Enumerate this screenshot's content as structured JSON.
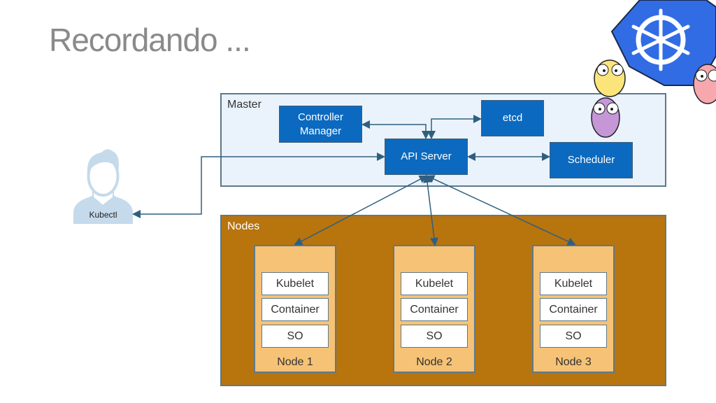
{
  "title": "Recordando ...",
  "colors": {
    "accent_blue": "#0b6abf",
    "master_bg": "#eaf3fb",
    "nodes_bg": "#b8740d",
    "node_bg": "#f6c275",
    "arrow": "#2f5f80"
  },
  "master": {
    "label": "Master",
    "components": {
      "controller_manager": "Controller Manager",
      "etcd": "etcd",
      "api_server": "API Server",
      "scheduler": "Scheduler"
    }
  },
  "client": {
    "label": "Kubectl",
    "icon": "user-icon"
  },
  "nodes": {
    "label": "Nodes",
    "items": [
      {
        "name": "Node 1",
        "layers": [
          "Kubelet",
          "Container",
          "SO"
        ]
      },
      {
        "name": "Node 2",
        "layers": [
          "Kubelet",
          "Container",
          "SO"
        ]
      },
      {
        "name": "Node 3",
        "layers": [
          "Kubelet",
          "Container",
          "SO"
        ]
      }
    ]
  },
  "decorations": [
    "kubernetes-logo-icon",
    "gopher-mascot-icons"
  ]
}
